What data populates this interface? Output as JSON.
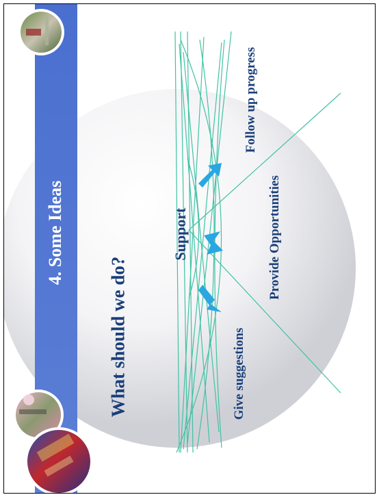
{
  "slide": {
    "title": "4. Some Ideas",
    "subtitle": "What should we do?",
    "center_label": "Support",
    "labels": {
      "give": "Give suggestions",
      "provide": "Provide Opportunities",
      "follow": "Follow up progress"
    }
  },
  "colors": {
    "band": "#4f74cf",
    "line": "#3fc2a4",
    "arrow": "#2aa7e0",
    "text": "#1a3f7a"
  },
  "icons": [
    "tree-photo",
    "flower-photo",
    "banner-photo",
    "chevron-arrow-icon"
  ]
}
